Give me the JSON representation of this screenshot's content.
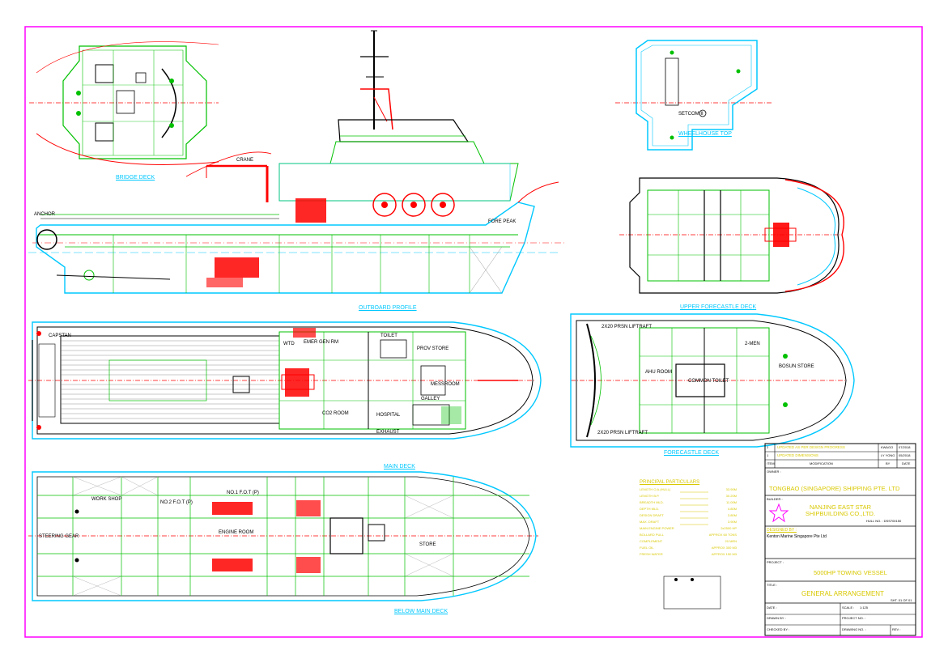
{
  "drawing_titles": {
    "bridge_deck": "BRIDGE DECK",
    "wheelhouse_top": "WHEELHOUSE TOP",
    "outboard_profile": "OUTBOARD PROFILE",
    "upper_forecastle_deck": "UPPER FORECASTLE DECK",
    "main_deck": "MAIN DECK",
    "forecastle_deck": "FORECASTLE DECK",
    "below_main_deck": "BELOW MAIN DECK"
  },
  "profile_labels": {
    "crane": "CRANE",
    "anchor": "ANCHOR",
    "fore_peak": "FORE PEAK",
    "setcom": "SETCOM II"
  },
  "main_deck_labels": {
    "capstan": "CAPSTAN",
    "emer_gen_rm": "EMER GEN RM",
    "wtd": "WTD",
    "provision_store": "PROV STORE",
    "toilet": "TOILET",
    "hospital": "HOSPITAL",
    "exhaust": "EXHAUST",
    "co2_room": "CO2 ROOM",
    "galley": "GALLEY",
    "messroom": "MESSROOM"
  },
  "forecastle_labels": {
    "liferaft_top": "2X20 PRSN LIFTRAFT",
    "liferaft_bottom": "2X20 PRSN LIFTRAFT",
    "ahu_room": "AHU ROOM",
    "common_toilet": "COMMON TOILET",
    "bosun_store": "BOSUN STORE",
    "two_men": "2-MEN"
  },
  "below_deck_labels": {
    "workshop": "WORK SHOP",
    "steering_gear": "STEERING GEAR",
    "no2_fot": "NO.2 F.O.T (P)",
    "no1_fot": "NO.1 F.O.T (P)",
    "engine_room": "ENGINE ROOM",
    "store": "STORE"
  },
  "particulars": {
    "heading": "PRINCIPAL PARTICULARS",
    "rows": [
      {
        "label": "LENGTH O.A.(HULL)",
        "value": "33.90M"
      },
      {
        "label": "LENGTH B.P.",
        "value": "30.20M"
      },
      {
        "label": "BREADTH MLD.",
        "value": "11.00M"
      },
      {
        "label": "DEPTH MLD.",
        "value": "4.80M"
      },
      {
        "label": "DESIGN DRAFT",
        "value": "3.80M"
      },
      {
        "label": "MAX. DRAFT",
        "value": "3.90M"
      },
      {
        "label": "MAIN ENGINE POWER",
        "value": "2x2500 HP"
      },
      {
        "label": "BOLLARD PULL",
        "value": "APPROX 60 TONS"
      },
      {
        "label": "COMPLEMENT",
        "value": "20 MEN"
      },
      {
        "label": "FUEL OIL",
        "value": "APPROX 300 M3"
      },
      {
        "label": "FRESH WATER",
        "value": "APPROX 150 M3"
      }
    ]
  },
  "title_block": {
    "rev_rows": [
      {
        "no": "2",
        "text": "UPDATED AS PER DESIGN PROGRESS",
        "by": "KWAGO",
        "date": "07/2018"
      },
      {
        "no": "1",
        "text": "UPDATED DIMENSIONS",
        "by": "LY YONG",
        "date": "05/2018"
      }
    ],
    "rev_header": {
      "item": "ITEM",
      "modification": "MODIFICATION",
      "by": "BY",
      "date": "DATE"
    },
    "owner_label": "OWNER :",
    "owner": "TONGBAO (SINGAPORE) SHIPPING PTE. LTD",
    "builder_label": "BUILDER :",
    "builder": "NANJING EAST STAR SHIPBUILDING CO.,LTD.",
    "hull_no": "HULL NO. : DSS700150",
    "designer_label": "DESIGNED BY :",
    "designer": "Kenton Marine Singapore Pte Ltd",
    "project_label": "PROJECT :",
    "project": "5000HP TOWING VESSEL",
    "title_label": "TITLE :",
    "title": "GENERAL ARRANGEMENT",
    "date_label": "DATE :",
    "scale_label": "SCALE :",
    "scale": "1:125",
    "sheet": "SHT. 01 OF 01",
    "drawn_by_label": "DRAWN BY :",
    "project_no_label": "PROJECT NO. :",
    "checked_by_label": "CHECKED BY :",
    "drawing_no_label": "DRAWING NO. :",
    "rev_label": "REV :"
  },
  "colors": {
    "border": "#ff00ff",
    "hull": "#00c8ff",
    "structure": "#00c000",
    "machinery": "#ff0000",
    "centerline": "#ff0000",
    "title_text": "#00c8ff",
    "yellow_text": "#d8c800"
  }
}
